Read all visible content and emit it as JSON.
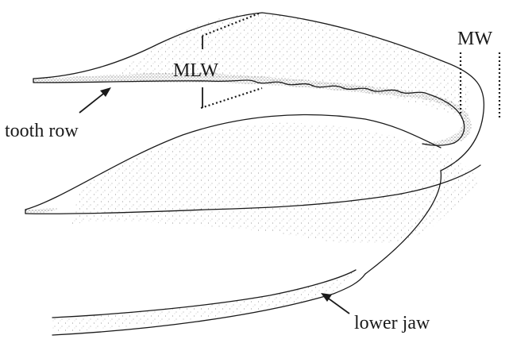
{
  "labels": {
    "mlw": "MLW",
    "mw": "MW",
    "tooth_row": "tooth row",
    "lower_jaw": "lower jaw"
  },
  "colors": {
    "ink": "#1a1a1a",
    "stipple": "#6e6e6e"
  }
}
